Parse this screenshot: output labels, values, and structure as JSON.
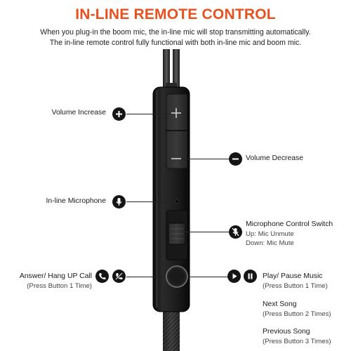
{
  "header": {
    "title": "IN-LINE REMOTE CONTROL",
    "subtitle_line1": "When you plug-in the boom mic, the in-line mic will stop transmitting automatically.",
    "subtitle_line2": "The in-line remote control fully functional with both in-line mic and boom mic.",
    "title_color": "#e8501e"
  },
  "callouts": {
    "volume_increase": "Volume Increase",
    "volume_decrease": "Volume Decrease",
    "inline_microphone": "In-line Microphone",
    "mic_switch": {
      "title": "Microphone Control Switch",
      "up": "Up: Mic Unmute",
      "down": "Down: Mic Mute"
    },
    "answer_call": {
      "title": "Answer/ Hang UP Call",
      "note": "(Press Button 1 Time)"
    },
    "play_pause": {
      "title": "Play/ Pause Music",
      "note": "(Press Button 1 Time)"
    },
    "next_song": {
      "title": "Next Song",
      "note": "(Press Button 2 Times)"
    },
    "previous_song": {
      "title": "Previous Song",
      "note": "(Press Button 3 Times)"
    }
  },
  "icons": [
    "plus-icon",
    "minus-icon",
    "microphone-icon",
    "mic-mute-icon",
    "phone-icon",
    "hang-up-icon",
    "play-icon",
    "pause-icon"
  ]
}
